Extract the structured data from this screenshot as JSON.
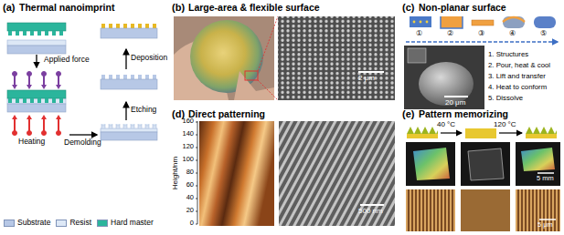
{
  "diagram": {
    "labels": [
      "(a)",
      "Thermal nanoimprint",
      "Applied force",
      "Heating",
      "Demolding",
      "Etching",
      "Deposition",
      "(b)",
      "Large-area & flexible surface",
      "2 μm",
      "(c)",
      "Non-planar surface",
      "①",
      "②",
      "③",
      "④",
      "⑤",
      "1. Structures",
      "2. Pour, heat & cool",
      "3. Lift and transfer",
      "4. Heat to conform",
      "5. Dissolve",
      "20 μm",
      "(d)",
      "Direct patterning",
      "160",
      "140",
      "120",
      "100",
      "80",
      "60",
      "40",
      "20",
      "0",
      "Height/nm",
      "500 nm",
      "(e)",
      "Pattern memorizing",
      "40 °C",
      "120 °C",
      "5 mm",
      "5 μm"
    ],
    "legend": [
      {
        "text": "Substrate",
        "color": "#b7c8e6"
      },
      {
        "text": "Resist",
        "color": "#dde8f6"
      },
      {
        "text": "Hard master",
        "color": "#2bb59c"
      }
    ]
  }
}
